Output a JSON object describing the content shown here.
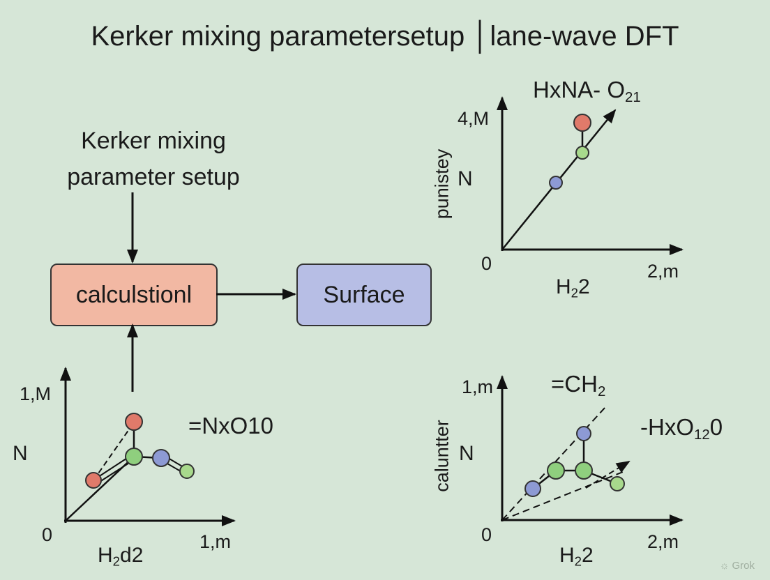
{
  "title": "Kerker mixing parametersetup │lane-wave DFT",
  "flowchart": {
    "input_label_line1": "Kerker mixing",
    "input_label_line2": "parameter setup",
    "calc_box": "calculstionl",
    "surface_box": "Surface"
  },
  "plot_top_right": {
    "formula_main": "HxNA- O",
    "formula_sub": "21",
    "y_max": "4,M",
    "y_label": "punistey",
    "y_letter": "N",
    "origin": "0",
    "x_max": "2,m",
    "x_label_a": "H",
    "x_label_sub": "2",
    "x_label_b": "2"
  },
  "plot_bottom_left": {
    "y_max": "1,M",
    "y_letter": "N",
    "origin": "0",
    "x_max": "1,m",
    "x_label_a": "H",
    "x_label_sub": "2",
    "x_label_b": "d2",
    "formula": "=NxO10"
  },
  "plot_bottom_right": {
    "formula_top_main": "=CH",
    "formula_top_sub": "2",
    "formula_right_main": "-HxO",
    "formula_right_sub": "12",
    "formula_right_tail": "0",
    "y_max": "1,m",
    "y_label": "caluntter",
    "y_letter": "N",
    "origin": "0",
    "x_max": "2,m",
    "x_label_a": "H",
    "x_label_sub": "2",
    "x_label_b": "2"
  },
  "colors": {
    "background": "#d6e6d7",
    "red_node": "#e07a6a",
    "green_node": "#a8d98c",
    "blue_node": "#8d9ad4",
    "calc_box": "#f2b8a3",
    "surface_box": "#b7bee5"
  },
  "watermark": "Grok"
}
